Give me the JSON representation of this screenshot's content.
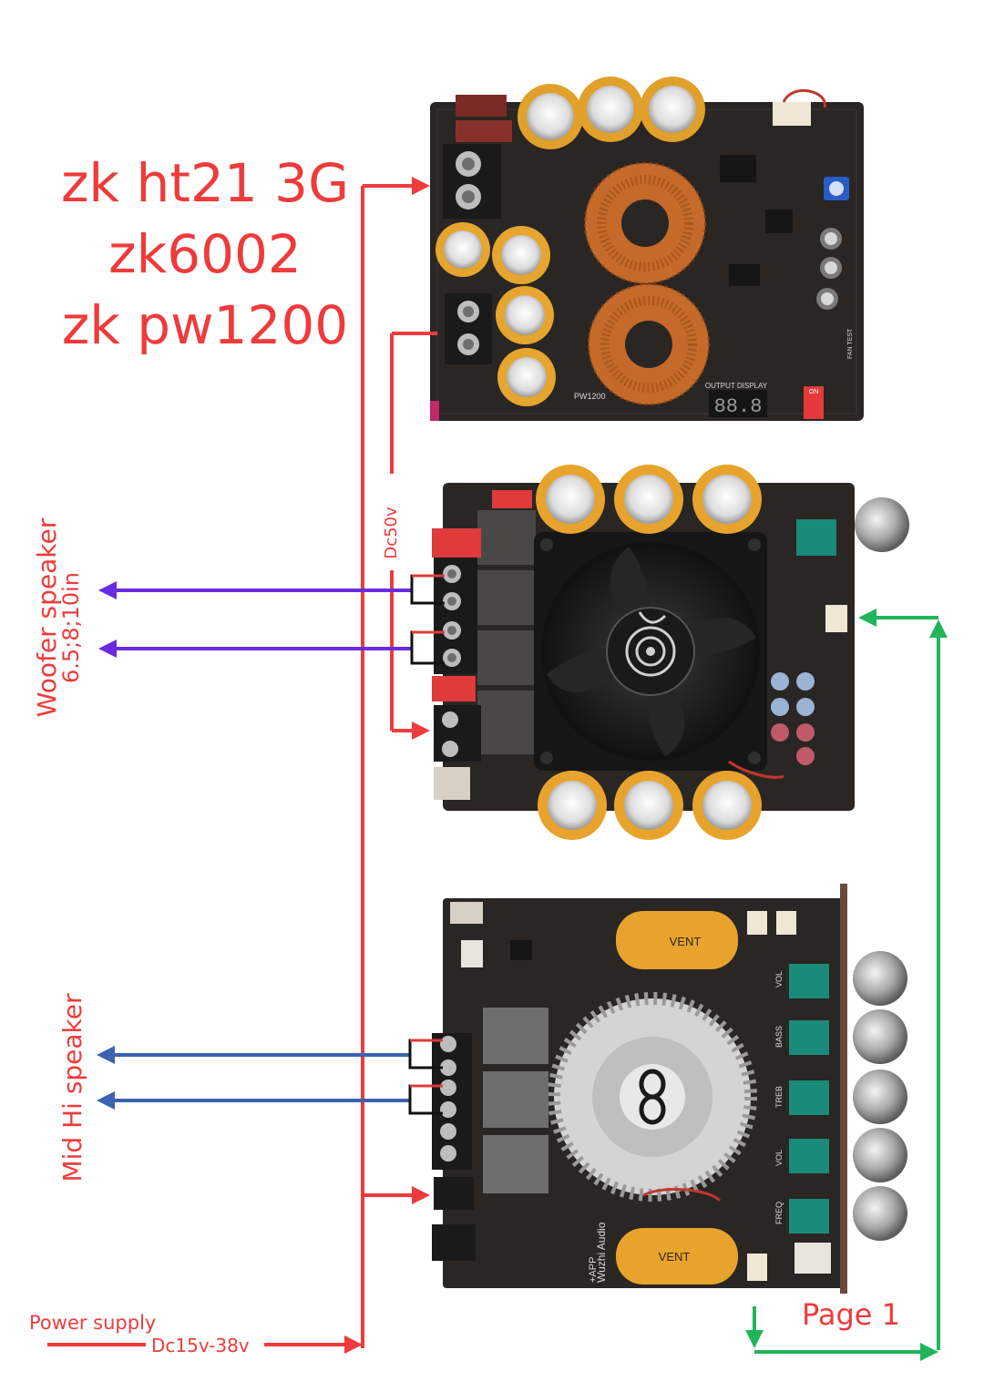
{
  "title": {
    "line1": "zk ht21 3G",
    "line2": "zk6002",
    "line3": "zk pw1200"
  },
  "labels": {
    "woofer_line1": "Woofer speaker",
    "woofer_line2": "6.5;8;10in",
    "midhi": "Mid Hi speaker",
    "dc50": "Dc50v",
    "power_supply": "Power supply",
    "dc_range": "Dc15v-38v",
    "page": "Page 1"
  },
  "board_markings": {
    "pw1200_model": "PW1200",
    "output_display": "OUTPUT DISPLAY",
    "display_value": "88.8",
    "fan_test": "FAN TEST",
    "on_label": "ON",
    "wuzhi_audio": "Wuzhi Audio",
    "app_label": "+APP",
    "cap_vent": "VENT",
    "knob_labels": [
      "VOL",
      "BASS",
      "TREB",
      "VOL",
      "FREQ"
    ]
  },
  "colors": {
    "power_red": "#ee3b3b",
    "woofer_purple": "#6a2be0",
    "midhi_blue": "#3a63b0",
    "ground_green": "#22b45a",
    "pcb": "#2a2624",
    "heatsink": "#1c1c1c",
    "capacitor": "#e8a32c",
    "copper": "#c56a2a"
  },
  "icons": {
    "logo_icon": "spiral-logo-icon",
    "infinity_icon": "infinity-logo-icon"
  }
}
